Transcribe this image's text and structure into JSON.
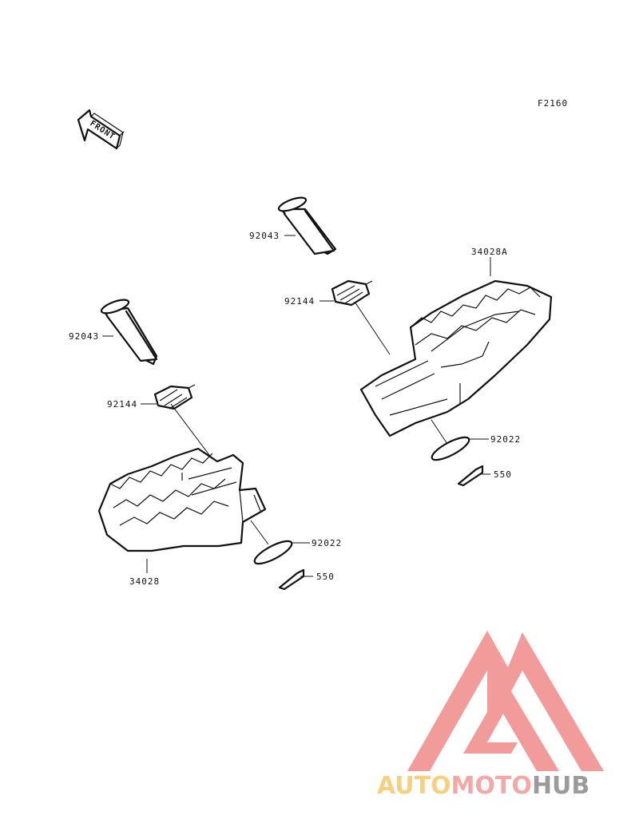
{
  "diagram": {
    "code": "F2160",
    "front_label": "FRONT",
    "parts": {
      "right": {
        "pin": "92043",
        "spring": "92144",
        "footpeg": "34028A",
        "washer": "92022",
        "cotter": "550"
      },
      "left": {
        "pin": "92043",
        "spring": "92144",
        "footpeg": "34028",
        "washer": "92022",
        "cotter": "550"
      }
    }
  },
  "watermark": {
    "brand_part1": "AUTO",
    "brand_part2": "MOTO",
    "brand_part3": "HUB",
    "colors": {
      "mark": "#f08a8a",
      "part1": "#f5c86a",
      "part2": "#f29a9a",
      "part3": "#8a8a8a"
    }
  }
}
